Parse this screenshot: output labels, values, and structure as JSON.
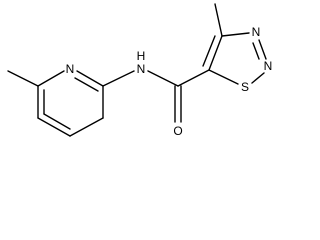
{
  "molecule": {
    "atom_labels": {
      "pyridine_n": "N",
      "amide_nh": "N",
      "amide_h": "H",
      "carbonyl_o": "O",
      "ring_n3": "N",
      "ring_n2": "N",
      "ring_s": "S"
    },
    "colors": {
      "bond": "#000000",
      "label": "#000000",
      "background": "#ffffff"
    }
  }
}
